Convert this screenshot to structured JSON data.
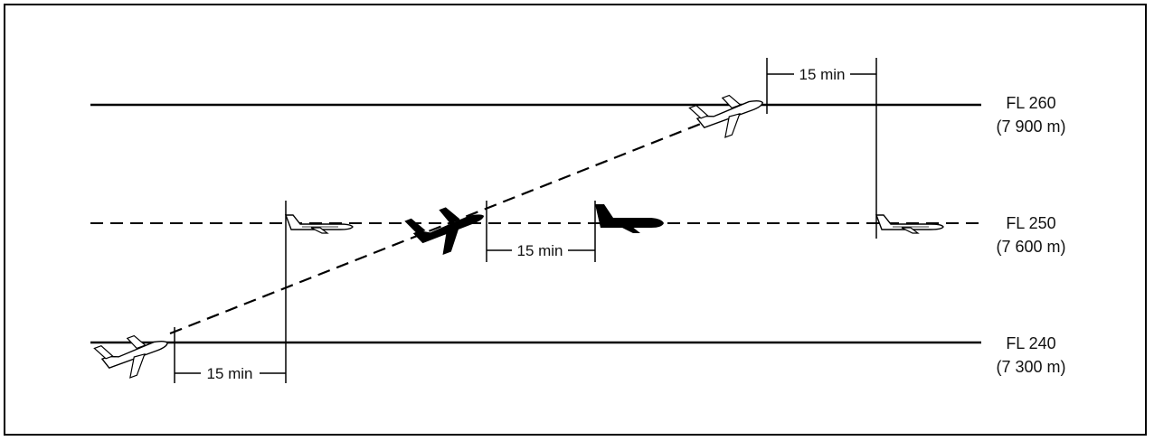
{
  "levels": [
    {
      "fl": "FL 260",
      "alt": "(7 900 m)"
    },
    {
      "fl": "FL 250",
      "alt": "(7 600 m)"
    },
    {
      "fl": "FL 240",
      "alt": "(7 300 m)"
    }
  ],
  "intervals": [
    {
      "label": "15 min"
    },
    {
      "label": "15 min"
    },
    {
      "label": "15 min"
    }
  ],
  "colors": {
    "line": "#000000",
    "aircraft_outline": "#000000",
    "aircraft_solid": "#000000"
  }
}
